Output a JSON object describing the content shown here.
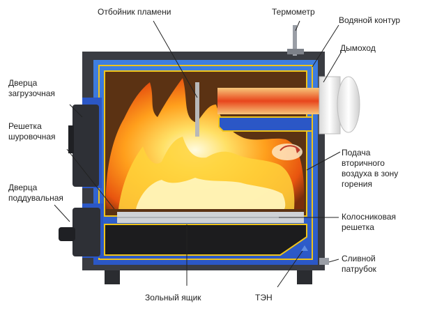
{
  "labels": {
    "flame_deflector": "Отбойник пламени",
    "thermometer": "Термометр",
    "water_jacket": "Водяной контур",
    "chimney": "Дымоход",
    "loading_door": "Дверца\nзагрузочная",
    "poker_grate": "Решетка\nшуровочная",
    "ash_door": "Дверца\nподдувальная",
    "secondary_air": "Подача\nвторичного\nвоздуха в зону\nгорения",
    "grate_bars": "Колосниковая\nрешетка",
    "drain_pipe": "Сливной\nпатрубок",
    "ash_box": "Зольный ящик",
    "heating_element": "ТЭН"
  },
  "colors": {
    "body_dark": "#3a3c42",
    "water_blue": "#2b57c6",
    "water_light": "#3f7fe0",
    "outline_yellow": "#f0c419",
    "chamber_dark": "#5b3213",
    "ash_black": "#1c1c1e",
    "grate_gray": "#cfd2d6",
    "flame_orange": "#ff7a12",
    "flame_yellow": "#ffd43b",
    "chimney_white": "#eeeeee"
  }
}
